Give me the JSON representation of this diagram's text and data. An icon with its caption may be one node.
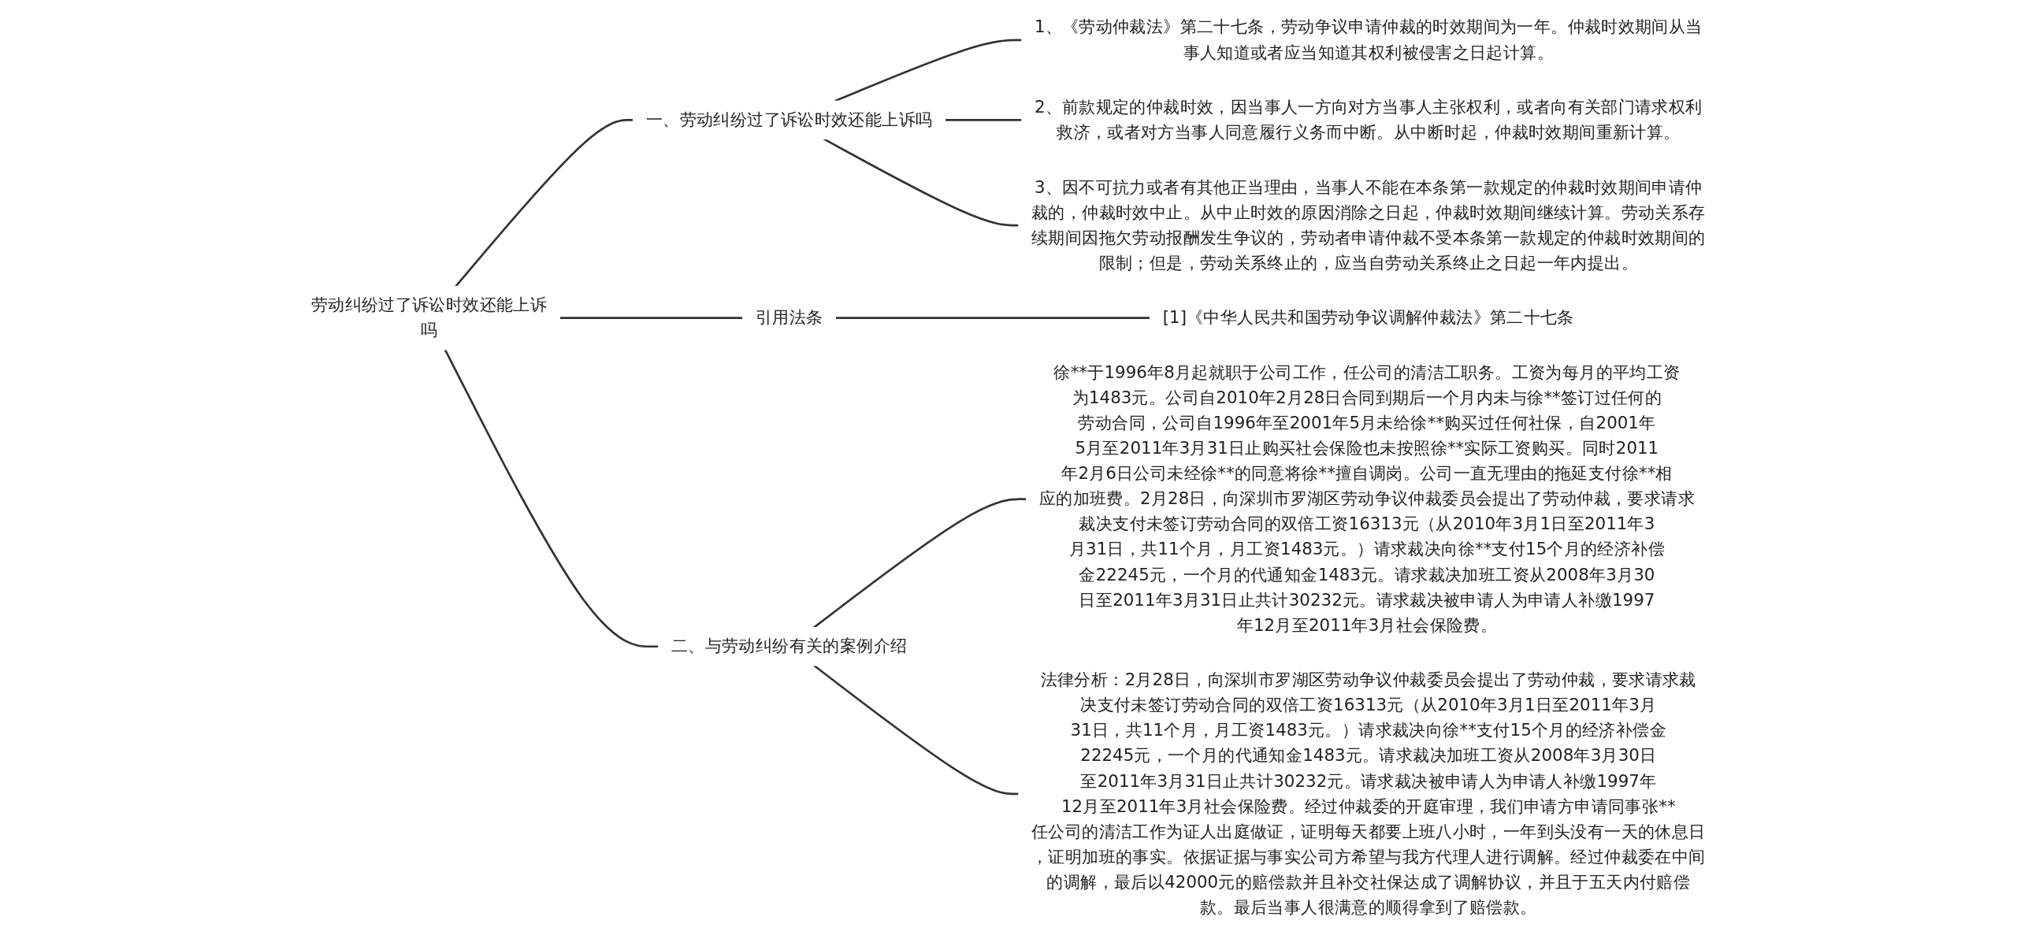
{
  "diagram": {
    "nodes": [
      {
        "text": [
          "劳动纠纷过了诉讼时效还能上诉吗"
        ]
      },
      {
        "text": [
          "一、劳动纠纷过了诉讼时效还能上诉吗"
        ]
      },
      {
        "text": [
          "1、《劳动仲裁法》第二十七条，劳动争议申请仲裁的时效期间为一年。仲裁时效期间从当事人知道或者应当知道其权利被侵害之日起计算。"
        ]
      },
      {
        "text": [
          "2、前款规定的仲裁时效，因当事人一方向对方当事人主张权利，或者向有关部门请求权利救济，或者对方当事人同意履行义务而中断。从中断时起，仲裁时效期间重新计算。"
        ]
      },
      {
        "text": [
          "3、因不可抗力或者有其他正当理由，当事人不能在本条第一款规定的仲裁时效期间申请仲裁的，仲裁时效中止。从中止时效的原因消除之日起，仲裁时效期间继续计算。劳动关系存续期间因拖欠劳动报酬发生争议的，劳动者申请仲裁不受本条第一款规定的仲裁时效期间的限制；但是，劳动关系终止的，应当自劳动关系终止之日起一年内提出。"
        ]
      },
      {
        "text": [
          "引用法条"
        ]
      },
      {
        "text": [
          "[1]《中华人民共和国劳动争议调解仲裁法》第二十七条"
        ]
      },
      {
        "text": [
          "二、与劳动纠纷有关的案例介绍"
        ]
      },
      {
        "text": [
          "徐**于1996年8月起就职于公司工作，任公司的清洁工职务。工资为每月的平均工资为1483元。公司自2010年2月28日合同到期后一个月内未与徐**签订过任何的劳动合同，公司自1996年至2001年5月未给徐**购买过任何社保，自2001年5月至2011年3月31日止购买社会保险也未按照徐**实际工资购买。同时2011年2月6日公司未经徐**的同意将徐**擅自调岗。公司一直无理由的拖延支付徐**相应的加班费。2月28日，向深圳市罗湖区劳动争议仲裁委员会提出了劳动仲裁，要求请求裁决支付未签订劳动合同的双倍工资16313元（从2010年3月1日至2011年3月31日，共11个月，月工资1483元。）请求裁决向徐**支付15个月的经济补偿金22245元，一个月的代通知金1483元。请求裁决加班工资从2008年3月30日至2011年3月31日止共计30232元。请求裁决被申请人为申请人补缴1997年12月至2011年3月社会保险费。"
        ]
      },
      {
        "text": [
          "法律分析：2月28日，向深圳市罗湖区劳动争议仲裁委员会提出了劳动仲裁，要求请求裁决支付未签订劳动合同的双倍工资16313元（从2010年3月1日至2011年3月31日，共11个月，月工资1483元。）请求裁决向徐**支付15个月的经济补偿金22245元，一个月的代通知金1483元。请求裁决加班工资从2008年3月30日至2011年3月31日止共计30232元。请求裁决被申请人为申请人补缴1997年12月至2011年3月社会保险费。经过仲裁委的开庭审理，我们申请方申请同事张**任公司的清洁工作为证人出庭做证，证明每天都要上班八小时，一年到头没有一天的休息日，证明加班的事实。依据证据与事实公司方希望与我方代理人进行调解。经过仲裁委在中间的调解，最后以42000元的赔偿款并且补交社保达成了调解协议，并且于五天内付赔偿款。最后当事人很满意的顺得拿到了赔偿款。"
        ]
      }
    ],
    "edges": [
      {
        "from": 0,
        "to": 1,
        "arrow": "none"
      },
      {
        "from": 1,
        "to": 2,
        "arrow": "none"
      },
      {
        "from": 1,
        "to": 3,
        "arrow": "none"
      },
      {
        "from": 1,
        "to": 4,
        "arrow": "none"
      },
      {
        "from": 0,
        "to": 5,
        "arrow": "none"
      },
      {
        "from": 5,
        "to": 6,
        "arrow": "none"
      },
      {
        "from": 0,
        "to": 7,
        "arrow": "none"
      },
      {
        "from": 7,
        "to": 8,
        "arrow": "none"
      },
      {
        "from": 7,
        "to": 9,
        "arrow": "none"
      }
    ]
  }
}
